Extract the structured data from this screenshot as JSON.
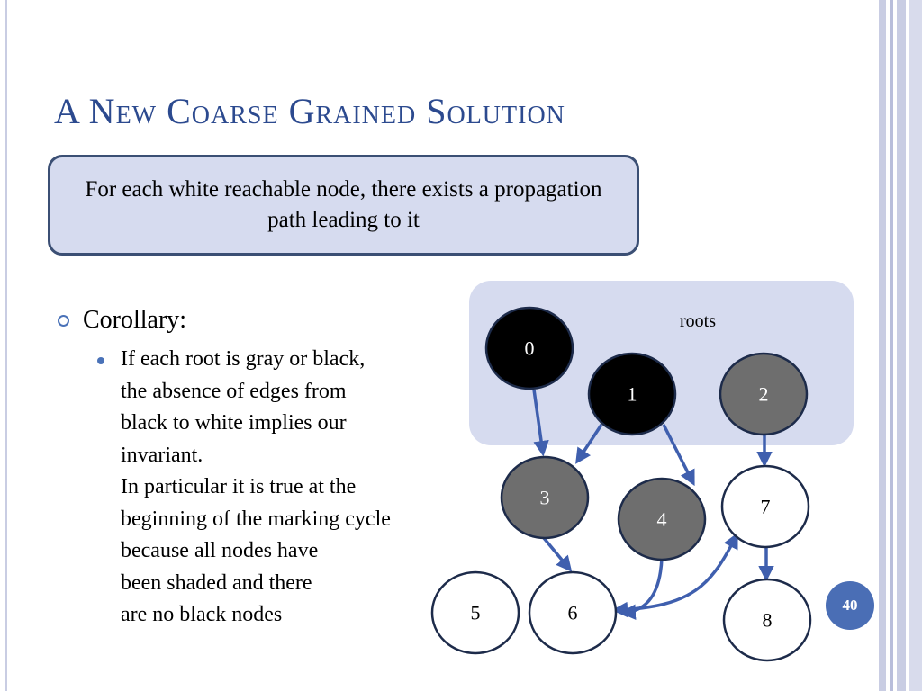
{
  "slide": {
    "title": "A New Coarse Grained Solution",
    "callout": "For each white reachable node, there exists a propagation path leading to it",
    "bullet": "Corollary:",
    "sub_lines": [
      "If each root is gray or black,",
      "the absence of edges from",
      "black to white implies our",
      "invariant.",
      "In particular it is true at the",
      "beginning of the marking cycle",
      "because all nodes have",
      "been shaded and there",
      "are no black nodes"
    ],
    "page_number": "40"
  },
  "graph": {
    "roots_label": "roots",
    "nodes": [
      {
        "id": "0",
        "label": "0",
        "color": "black"
      },
      {
        "id": "1",
        "label": "1",
        "color": "black"
      },
      {
        "id": "2",
        "label": "2",
        "color": "gray"
      },
      {
        "id": "3",
        "label": "3",
        "color": "gray"
      },
      {
        "id": "4",
        "label": "4",
        "color": "gray"
      },
      {
        "id": "5",
        "label": "5",
        "color": "white"
      },
      {
        "id": "6",
        "label": "6",
        "color": "white"
      },
      {
        "id": "7",
        "label": "7",
        "color": "white"
      },
      {
        "id": "8",
        "label": "8",
        "color": "white"
      }
    ],
    "edges": [
      {
        "from": "0",
        "to": "3"
      },
      {
        "from": "1",
        "to": "3"
      },
      {
        "from": "1",
        "to": "4"
      },
      {
        "from": "2",
        "to": "7"
      },
      {
        "from": "3",
        "to": "6"
      },
      {
        "from": "4",
        "to": "6"
      },
      {
        "from": "6",
        "to": "7"
      },
      {
        "from": "7",
        "to": "8"
      }
    ]
  },
  "colors": {
    "title": "#2c4a8f",
    "accent": "#4a72b8",
    "edge": "#3f5fae",
    "panel": "#d6dbef",
    "black_node": "#000000",
    "gray_node": "#6e6e6e",
    "white_node": "#ffffff"
  }
}
